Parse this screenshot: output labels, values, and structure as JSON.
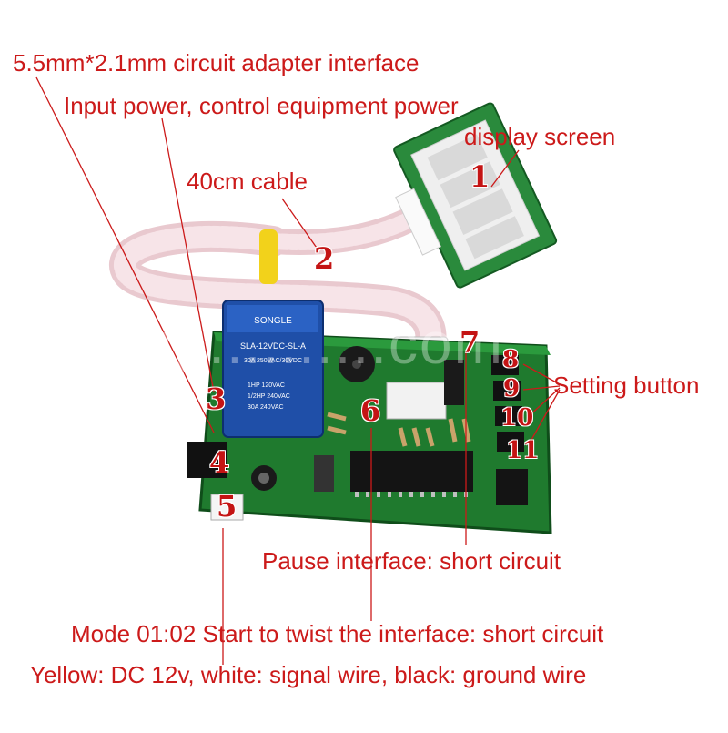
{
  "image": {
    "description_labels": {
      "adapter": "5.5mm*2.1mm circuit adapter interface",
      "input_power": "Input power, control equipment power",
      "display": "display screen",
      "cable": "40cm cable",
      "setting": "Setting button",
      "pause": "Pause interface: short circuit",
      "mode": "Mode 01:02 Start to twist the interface: short circuit",
      "wires": "Yellow: DC 12v, white: signal wire, black: ground wire"
    },
    "numbers": [
      "1",
      "2",
      "3",
      "4",
      "5",
      "6",
      "7",
      "8",
      "9",
      "10",
      "11"
    ],
    "relay_text": {
      "brand": "SONGLE",
      "model": "SLA-12VDC-SL-A",
      "rating": "30A 250VAC/30VDC",
      "line1": "1HP 120VAC",
      "line2": "1/2HP 240VAC",
      "line3": "30A 240VAC"
    },
    "watermark": "sup..........com",
    "colors": {
      "callout": "#cc1a1a",
      "pcb": "#1f7a2e",
      "relay": "#1f4fa8"
    }
  }
}
